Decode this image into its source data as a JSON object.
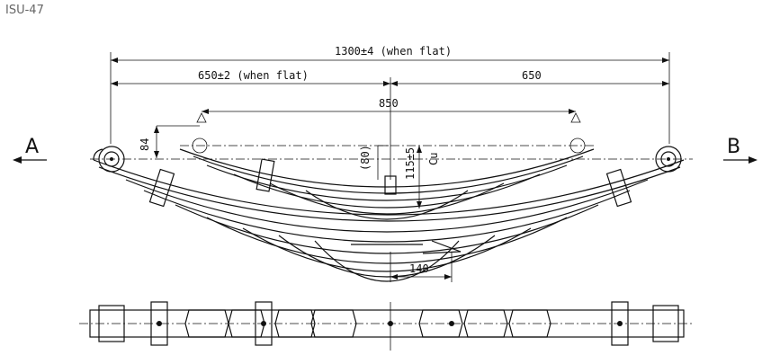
{
  "header": {
    "code": "ISU-47"
  },
  "dimensions": {
    "total_length": "1300±4  (when flat)",
    "half_length": "650±2  (when flat)",
    "half_right": "650",
    "center_span": "850",
    "height_84": "84",
    "height_80": "(80)",
    "height_115": "115±5",
    "bolt_offset": "140",
    "marker_cu": "Cu"
  },
  "ends": {
    "left": "A",
    "right": "B"
  }
}
